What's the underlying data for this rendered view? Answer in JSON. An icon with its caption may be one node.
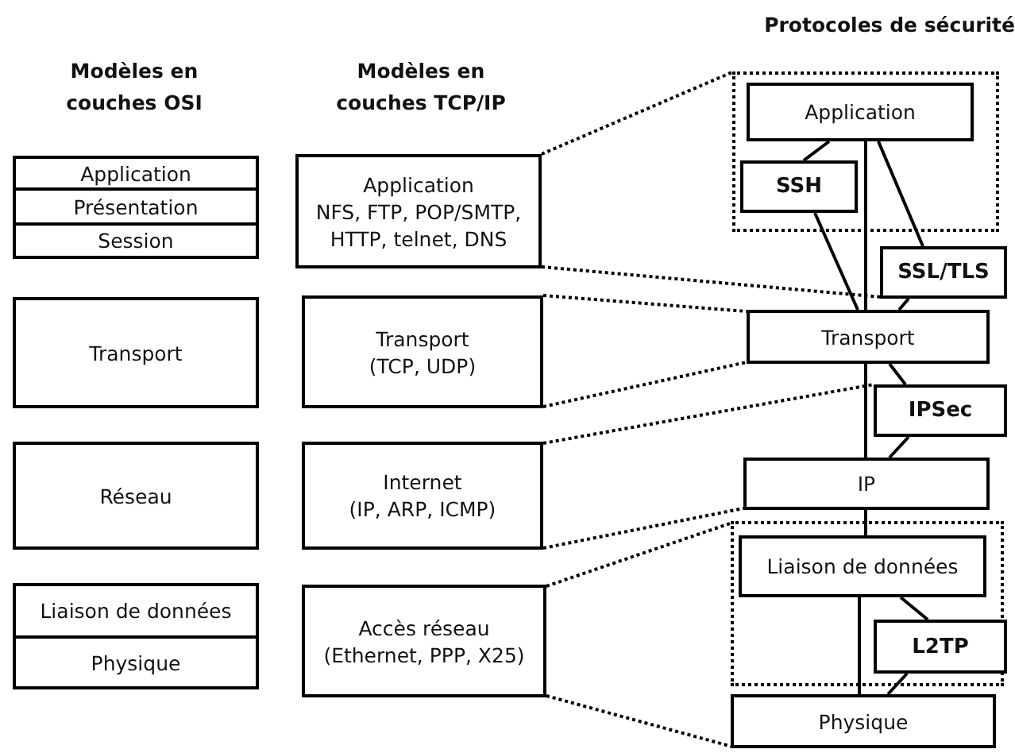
{
  "diagram": {
    "nodes": [
      {
        "text": [
          "Application"
        ]
      },
      {
        "text": [
          "Présentation"
        ]
      },
      {
        "text": [
          "Session"
        ]
      },
      {
        "text": [
          "Transport"
        ]
      },
      {
        "text": [
          "Réseau"
        ]
      },
      {
        "text": [
          "Liaison de données"
        ]
      },
      {
        "text": [
          "Physique"
        ]
      },
      {
        "text": [
          "Application",
          "NFS, FTP, POP/SMTP, HTTP, telnet, DNS"
        ]
      },
      {
        "text": [
          "Transport",
          "(TCP, UDP)"
        ]
      },
      {
        "text": [
          "Internet",
          "(IP, ARP, ICMP)"
        ]
      },
      {
        "text": [
          "Accès réseau",
          "(Ethernet, PPP, X25)"
        ]
      },
      {
        "text": [],
        "shape": "box"
      },
      {
        "text": [
          "Application"
        ],
        "in": 11
      },
      {
        "text": [
          "SSH"
        ],
        "in": 11
      },
      {
        "text": [
          "SSL/TLS"
        ]
      },
      {
        "text": [
          "Transport"
        ]
      },
      {
        "text": [
          "IPSec"
        ]
      },
      {
        "text": [
          "IP"
        ]
      },
      {
        "text": [],
        "shape": "box"
      },
      {
        "text": [
          "Liaison de données"
        ],
        "in": 18
      },
      {
        "text": [
          "L2TP"
        ],
        "in": 18
      },
      {
        "text": [
          "Physique"
        ]
      }
    ],
    "edges": [
      {
        "from": 7,
        "to": 11,
        "arrow": "none",
        "style": "dashed"
      },
      {
        "from": 7,
        "to": 14,
        "arrow": "none",
        "style": "dashed"
      },
      {
        "from": 8,
        "to": 15,
        "arrow": "none",
        "style": "dashed"
      },
      {
        "from": 8,
        "to": 15,
        "arrow": "none",
        "style": "dashed"
      },
      {
        "from": 9,
        "to": 16,
        "arrow": "none",
        "style": "dashed"
      },
      {
        "from": 9,
        "to": 17,
        "arrow": "none",
        "style": "dashed"
      },
      {
        "from": 10,
        "to": 18,
        "arrow": "none",
        "style": "dashed"
      },
      {
        "from": 10,
        "to": 21,
        "arrow": "none",
        "style": "dashed"
      },
      {
        "from": 12,
        "to": 13,
        "arrow": "none"
      },
      {
        "from": 13,
        "to": 15,
        "arrow": "none"
      },
      {
        "from": 12,
        "to": 15,
        "arrow": "none"
      },
      {
        "from": 12,
        "to": 14,
        "arrow": "none"
      },
      {
        "from": 14,
        "to": 15,
        "arrow": "none"
      },
      {
        "from": 15,
        "to": 16,
        "arrow": "none"
      },
      {
        "from": 15,
        "to": 17,
        "arrow": "none"
      },
      {
        "from": 16,
        "to": 17,
        "arrow": "none"
      },
      {
        "from": 17,
        "to": 19,
        "arrow": "none"
      },
      {
        "from": 19,
        "to": 20,
        "arrow": "none"
      },
      {
        "from": 19,
        "to": 21,
        "arrow": "none"
      },
      {
        "from": 20,
        "to": 21,
        "arrow": "none"
      }
    ],
    "labels": [
      "Protocoles de sécurité",
      "Modèles en couches OSI",
      "Modèles en couches TCP/IP"
    ]
  }
}
